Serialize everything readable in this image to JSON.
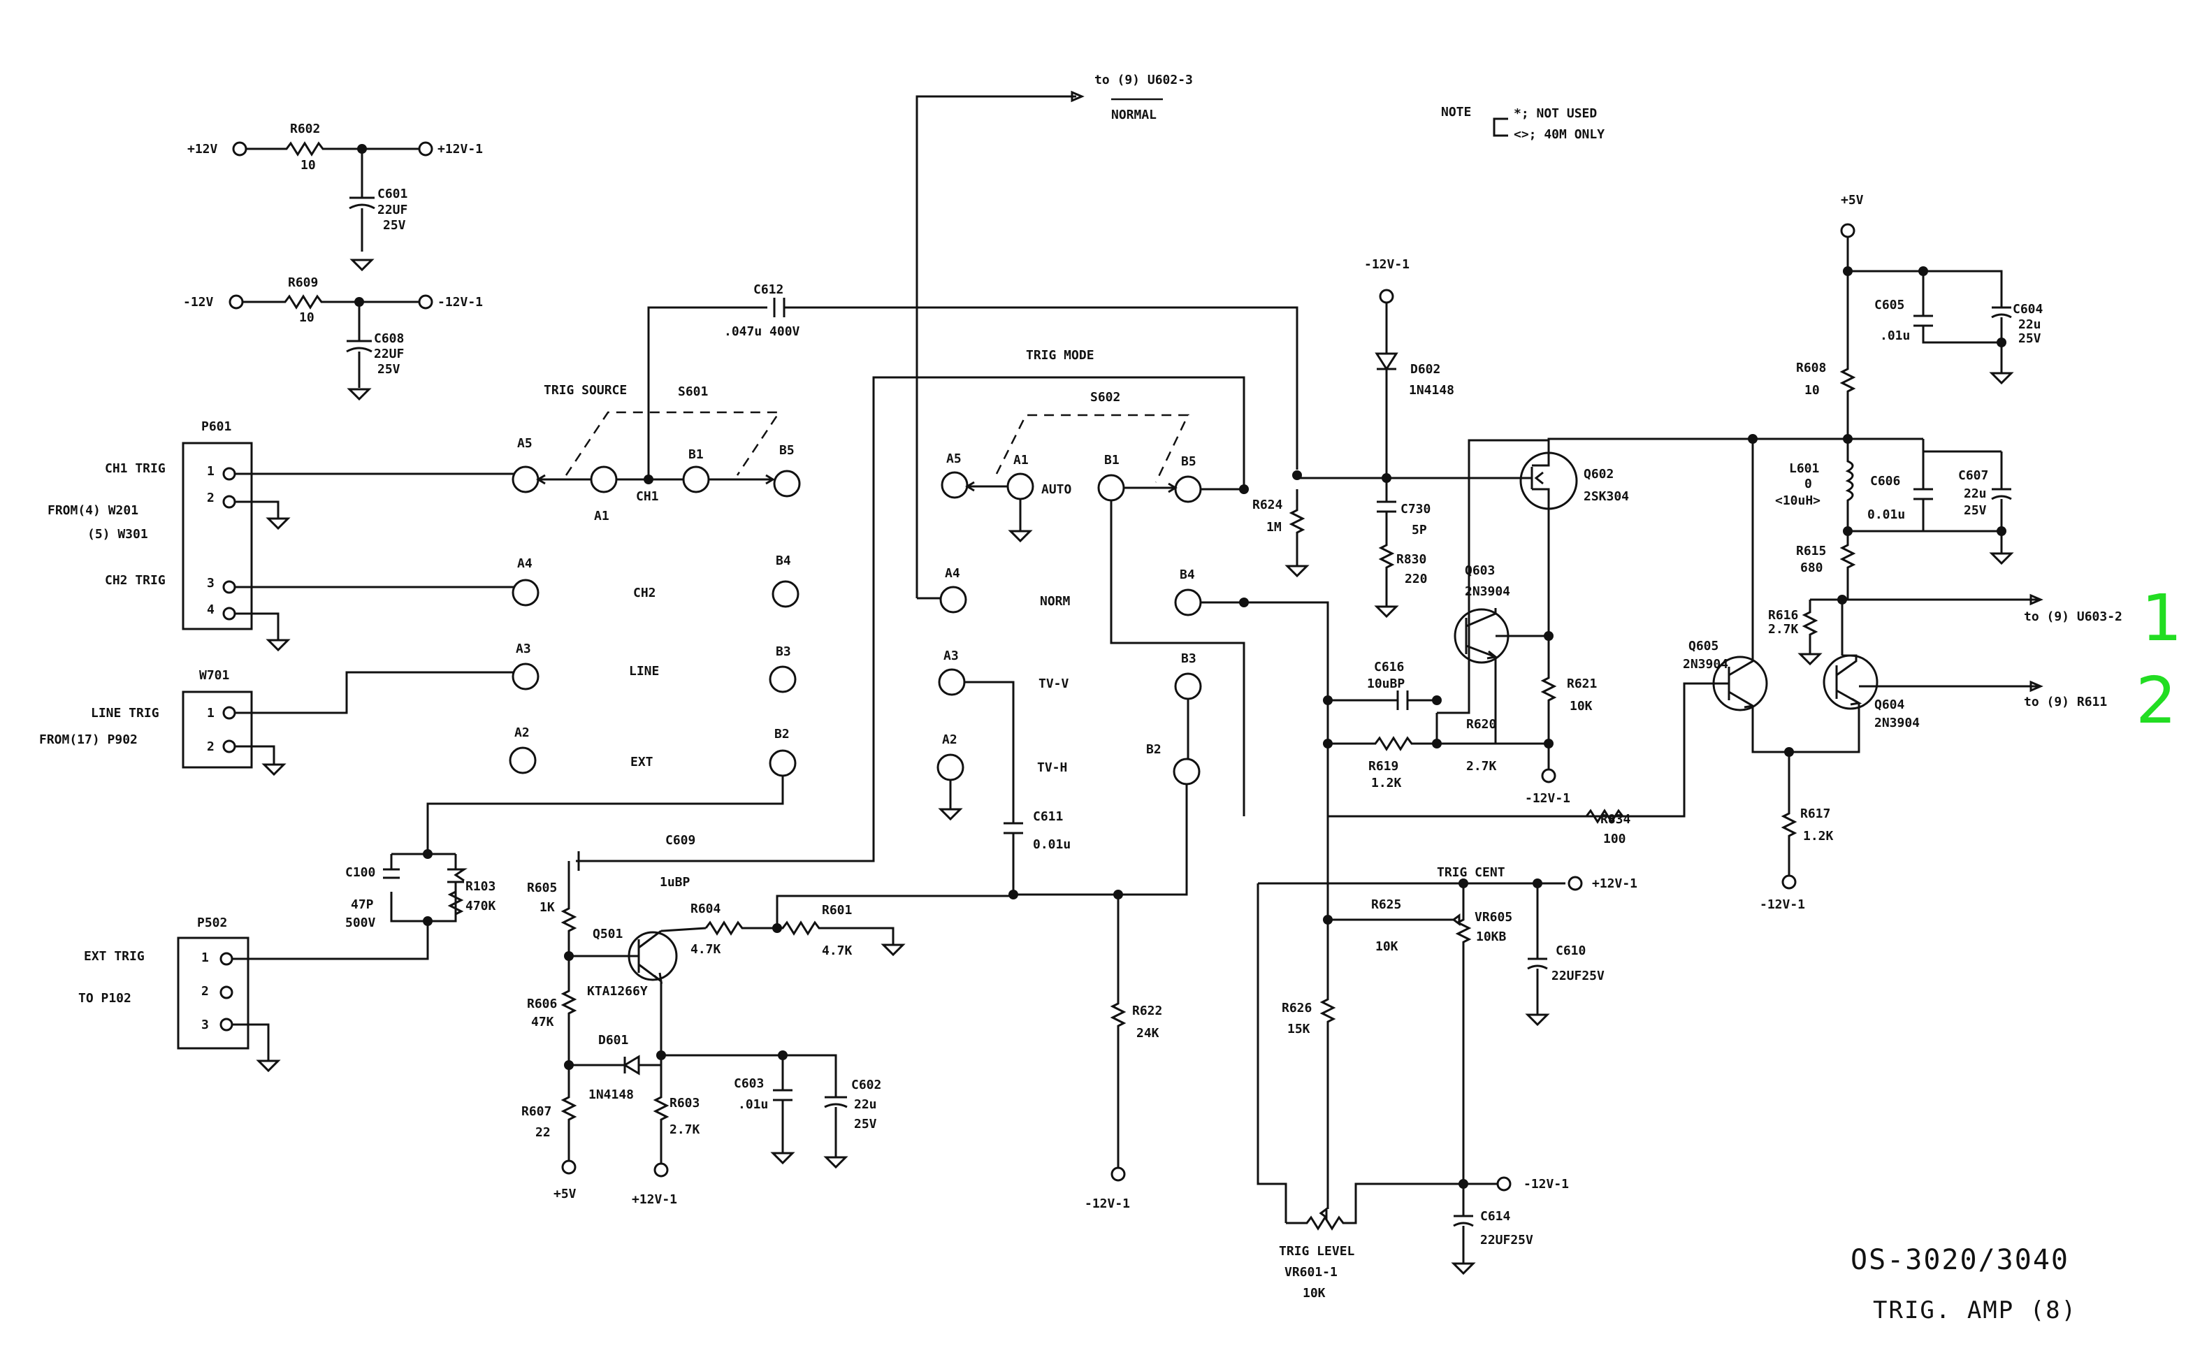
{
  "note": {
    "label": "NOTE",
    "line1": "*; NOT USED",
    "line2": "<>; 40M ONLY"
  },
  "title": {
    "model": "OS-3020/3040",
    "sheet": "TRIG. AMP (8)"
  },
  "markers": [
    "1",
    "2"
  ],
  "supply": {
    "r602": "R602",
    "r602_val": "10",
    "p12v": "+12V",
    "p12v1": "+12V-1",
    "c601": "C601",
    "c601_val1": "22UF",
    "c601_val2": "25V",
    "r609": "R609",
    "r609_val": "10",
    "m12v": "-12V",
    "m12v1": "-12V-1",
    "c608": "C608",
    "c608_val1": "22UF",
    "c608_val2": "25V"
  },
  "connectors": {
    "p601": "P601",
    "ch1_trig": "CH1 TRIG",
    "from4": "FROM(4) W201",
    "from5": "(5) W301",
    "ch2_trig": "CH2 TRIG",
    "w701": "W701",
    "line_trig": "LINE TRIG",
    "from17": "FROM(17) P902",
    "p502": "P502",
    "ext_trig": "EXT TRIG",
    "to_p102": "TO P102",
    "pin1": "1",
    "pin2": "2",
    "pin3": "3",
    "pin4": "4"
  },
  "s601": {
    "title": "TRIG SOURCE",
    "name": "S601",
    "a5": "A5",
    "a1": "A1",
    "ch1": "CH1",
    "b1": "B1",
    "b5": "B5",
    "a4": "A4",
    "b4": "B4",
    "ch2": "CH2",
    "a3": "A3",
    "b3": "B3",
    "line": "LINE",
    "a2": "A2",
    "b2": "B2",
    "ext": "EXT"
  },
  "s602": {
    "title": "TRIG MODE",
    "name": "S602",
    "a5": "A5",
    "a1": "A1",
    "auto": "AUTO",
    "b1": "B1",
    "b5": "B5",
    "a4": "A4",
    "norm": "NORM",
    "b4": "B4",
    "a3": "A3",
    "tvv": "TV-V",
    "b3": "B3",
    "a2": "A2",
    "tvh": "TV-H",
    "b2": "B2"
  },
  "top": {
    "to_u602": "to (9) U602-3",
    "normal": "NORMAL",
    "c612": "C612",
    "c612_val": ".047u 400V"
  },
  "parts": {
    "c100": "C100",
    "c100_v1": "47P",
    "c100_v2": "500V",
    "r103": "R103",
    "r103_val": "470K",
    "c609": "C609",
    "c609_val": "1uBP",
    "r605": "R605",
    "r605_val": "1K",
    "q501": "Q501",
    "q501_type": "KTA1266Y",
    "r604": "R604",
    "r604_val": "4.7K",
    "r601": "R601",
    "r601_val": "4.7K",
    "r606": "R606",
    "r606_val": "47K",
    "d601": "D601",
    "d601_type": "1N4148",
    "r607": "R607",
    "r607_val": "22",
    "r603": "R603",
    "r603_val": "2.7K",
    "c603": "C603",
    "c603_val": ".01u",
    "c602": "C602",
    "c602_v1": "22u",
    "c602_v2": "25V",
    "p5v": "+5V",
    "p12v1": "+12V-1",
    "c611": "C611",
    "c611_val": "0.01u",
    "r622": "R622",
    "r622_val": "24K",
    "m12v1": "-12V-1"
  },
  "right": {
    "m12v1_top": "-12V-1",
    "d602": "D602",
    "d602_type": "1N4148",
    "r624": "R624",
    "r624_val": "1M",
    "c730": "C730",
    "c730_val": "5P",
    "r830": "R830",
    "r830_val": "220",
    "q602": "Q602",
    "q602_type": "2SK304",
    "q603": "Q603",
    "q603_type": "2N3904",
    "c616": "C616",
    "c616_val": "10uBP",
    "r620": "R620",
    "r620_val": "2.7K",
    "r619": "R619",
    "r619_val": "1.2K",
    "r621": "R621",
    "r621_val": "10K",
    "m12v1": "-12V-1",
    "r834": "R834",
    "r834_val": "100",
    "trig_cent": "TRIG CENT",
    "p12v1": "+12V-1",
    "r625": "R625",
    "r625_val": "10K",
    "vr605": "VR605",
    "vr605_val": "10KB",
    "c610": "C610",
    "c610_val": "22UF25V",
    "r626": "R626",
    "r626_val": "15K",
    "c614": "C614",
    "c614_val": "22UF25V",
    "m12v1_b": "-12V-1",
    "trig_level": "TRIG LEVEL",
    "vr601": "VR601-1",
    "vr601_val": "10K"
  },
  "far_right": {
    "p5v": "+5V",
    "c605": "C605",
    "c605_val": ".01u",
    "c604": "C604",
    "c604_v1": "22u",
    "c604_v2": "25V",
    "r608": "R608",
    "r608_val": "10",
    "l601": "L601",
    "l601_val": "0",
    "l601_alt": "<10uH>",
    "c606": "C606",
    "c606_val": "0.01u",
    "c607": "C607",
    "c607_v1": "22u",
    "c607_v2": "25V",
    "r615": "R615",
    "r615_val": "680",
    "r616": "R616",
    "r616_val": "2.7K",
    "q605": "Q605",
    "q605_type": "2N3904",
    "q604": "Q604",
    "q604_type": "2N3904",
    "r617": "R617",
    "r617_val": "1.2K",
    "m12v1": "-12V-1",
    "to_u603": "to (9) U603-2",
    "to_r611": "to (9) R611"
  }
}
